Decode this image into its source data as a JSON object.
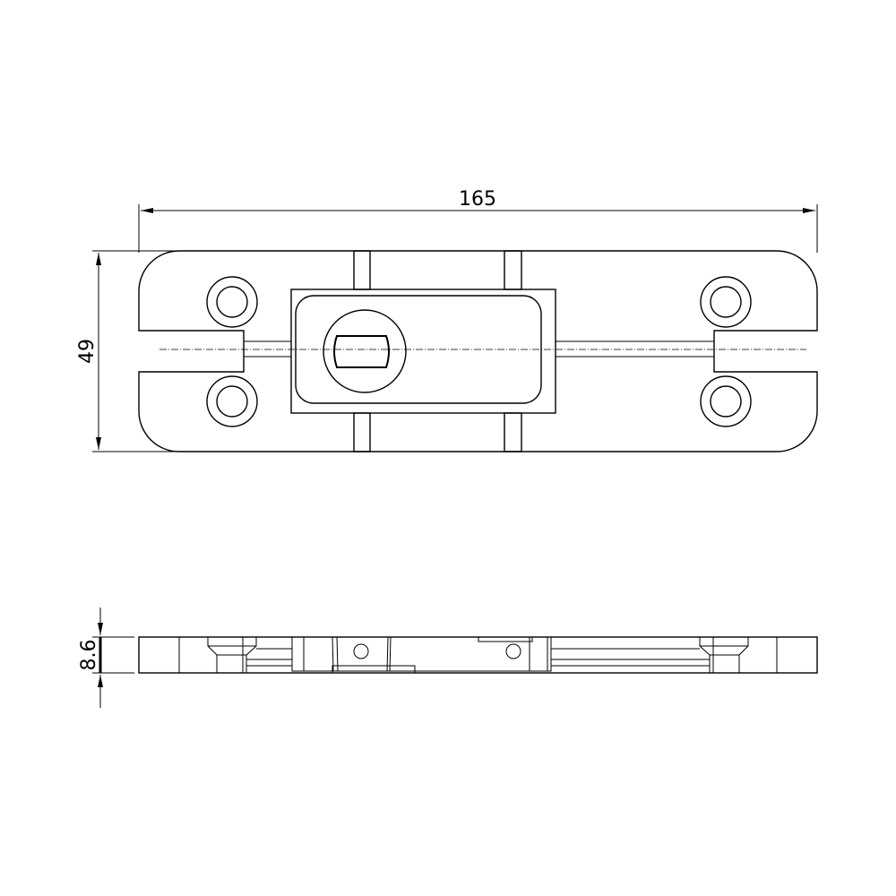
{
  "drawing": {
    "top_view": {
      "dimension_length": "165",
      "dimension_width": "49"
    },
    "side_view": {
      "dimension_height": "8.6"
    },
    "colors": {
      "line": "#000000",
      "background": "#ffffff"
    }
  }
}
